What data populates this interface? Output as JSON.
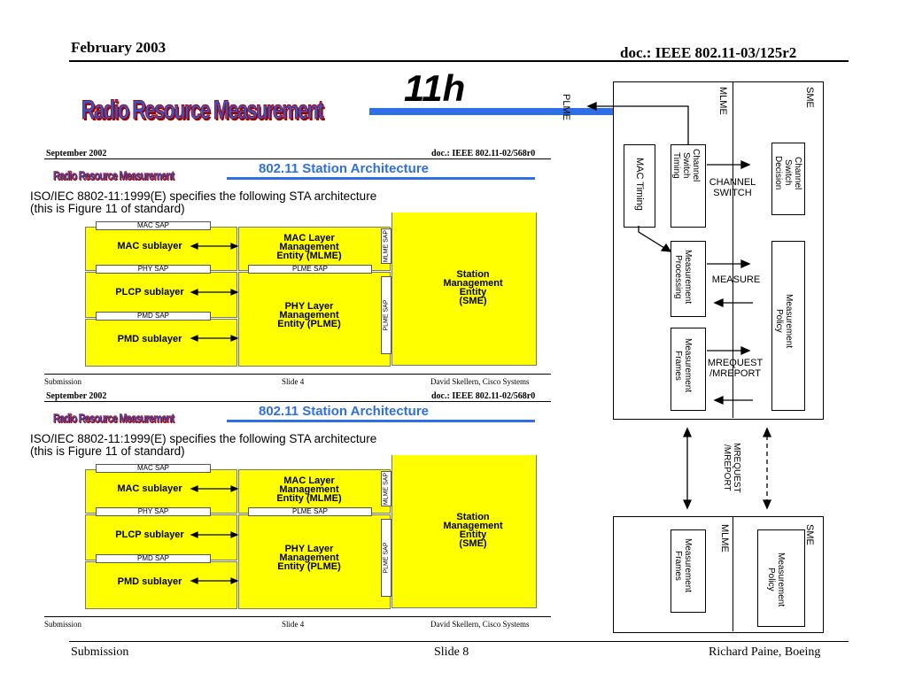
{
  "header": {
    "date": "February 2003",
    "doc": "doc.: IEEE 802.11-03/125r2"
  },
  "footer": {
    "left": "Submission",
    "center": "Slide 8",
    "right": "Richard Paine, Boeing"
  },
  "slide": {
    "heading": "11h",
    "rrm_title": "Radio Resource Measurement"
  },
  "mini_slide": {
    "date": "September 2002",
    "doc": "doc.: IEEE 802.11-02/568r0",
    "rrm_title": "Radio Resource Measurement",
    "title": "802.11 Station Architecture",
    "iso_line1": "ISO/IEC 8802-11:1999(E) specifies the following STA architecture",
    "iso_line2": "(this is Figure 11 of standard)",
    "mac_sap": "MAC SAP",
    "mac_sublayer": "MAC sublayer",
    "phy_sap": "PHY SAP",
    "plme_sap": "PLME SAP",
    "plcp_sublayer": "PLCP sublayer",
    "pmd_sap": "PMD SAP",
    "pmd_sublayer": "PMD sublayer",
    "mlme_line1": "MAC Layer",
    "mlme_line2": "Management",
    "mlme_line3": "Entity (MLME)",
    "plme_line1": "PHY Layer",
    "plme_line2": "Management",
    "plme_line3": "Entity (PLME)",
    "sme_line1": "Station",
    "sme_line2": "Management",
    "sme_line3": "Entity",
    "sme_line4": "(SME)",
    "mlme_sap_v": "MLME SAP",
    "plme_sap_v": "PLME SAP",
    "footer_left": "Submission",
    "footer_center": "Slide 4",
    "footer_right": "David Skellern, Cisco Systems"
  },
  "diagram": {
    "plme": "PLME",
    "mlme": "MLME",
    "sme": "SME",
    "mac_timing": "MAC Timing",
    "channel_switch_timing": "Channel\nSwitch\nTiming",
    "channel_switch_decision": "Channel\nSwitch\nDecision",
    "channel_switch_label": "CHANNEL\nSWITCH",
    "measurement_processing": "Measurement\nProcessing",
    "measure_label": "MEASURE",
    "measurement_policy": "Measurement\nPolicy",
    "measurement_frames": "Measurement\nFrames",
    "mrequest_label": "MREQUEST\n/MREPORT",
    "mrequest_vertical": "MREQUEST\n/MREPORT",
    "lower_mlme": "MLME",
    "lower_sme": "SME",
    "lower_measurement_frames": "Measurement\nFrames",
    "lower_measurement_policy": "Measurement\nPolicy"
  }
}
